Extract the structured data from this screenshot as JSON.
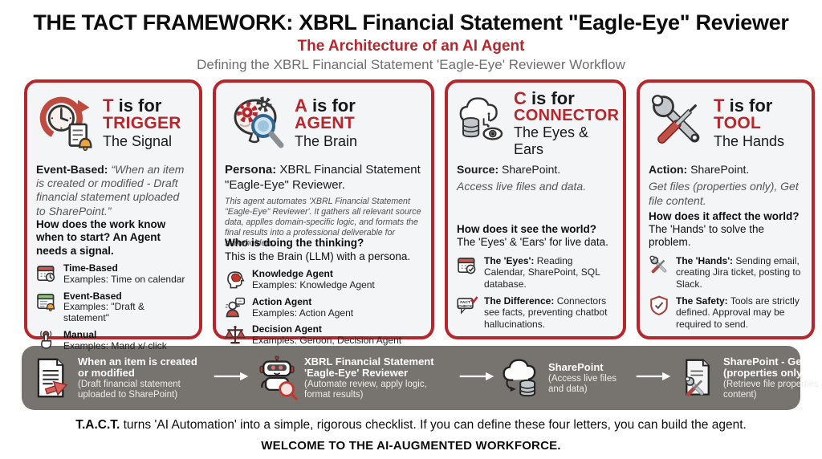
{
  "header": {
    "title": "THE TACT FRAMEWORK: XBRL Financial Statement \"Eagle-Eye\" Reviewer",
    "subtitle": "The Architecture of an AI Agent",
    "tagline": "Defining the XBRL Financial Statement 'Eagle-Eye' Reviewer Workflow"
  },
  "palette": {
    "accent_red": "#b5272c",
    "card_bg": "#f3f5f7",
    "bar_gray": "#77736e",
    "bell_orange": "#f2a23b"
  },
  "cards": [
    {
      "letter": "T",
      "is_for": "is for",
      "word": "TRIGGER",
      "role": "The Signal",
      "icon": "clock-trigger-icon",
      "lead_label": "Event-Based:",
      "lead_text": "",
      "lead_quote": "“When an item is created or modified - Draft financial statement uploaded to SharePoint.”",
      "para": "",
      "question": "How does the work know when to start? An Agent needs a signal.",
      "question2": "",
      "items": [
        {
          "icon": "calendar-clock-icon",
          "label": "Time-Based",
          "text": "Examples: Time on calendar"
        },
        {
          "icon": "calendar-bell-icon",
          "label": "Event-Based",
          "text": "Examples: \"Draft & statement\""
        },
        {
          "icon": "hand-click-icon",
          "label": "Manual",
          "text": "Examples: Mand x/ click"
        }
      ]
    },
    {
      "letter": "A",
      "is_for": "is for",
      "word": "AGENT",
      "role": "The Brain",
      "icon": "brain-gears-icon",
      "lead_label": "Persona:",
      "lead_text": "XBRL Financial Statement \"Eagle-Eye\" Reviewer.",
      "lead_quote": "",
      "para": "This agent automates 'XBRL Financial Statement \"Eagle-Eye\" Reviewer'. It gathers all relevant source data, applles domain-specific logic, and formats the final results into a professional deliverable for stakeholders.",
      "question": "Who is doing the thinking?",
      "question2": "This is the Brain (LLM) with a persona.",
      "items": [
        {
          "icon": "head-brain-icon",
          "label": "Knowledge Agent",
          "text": "Examples: Knowledge Agent"
        },
        {
          "icon": "person-chat-icon",
          "label": "Action Agent",
          "text": "Examples: Action Agent"
        },
        {
          "icon": "scales-icon",
          "label": "Decision Agent",
          "text": "Examples: Geroon, Decision Agent"
        }
      ]
    },
    {
      "letter": "C",
      "is_for": "is for",
      "word": "CONNECTOR",
      "role": "The Eyes & Ears",
      "icon": "cloud-database-eye-icon",
      "lead_label": "Source:",
      "lead_text": "SharePoint.",
      "lead_quote": "",
      "para": "Access live files and data.",
      "question": "How does it see the world?",
      "question2": "The 'Eyes' & 'Ears' for live data.",
      "items": [
        {
          "icon": "calendar-check-icon",
          "label": "The 'Eyes':",
          "text": "Reading Calendar, SharePoint, SQL database."
        },
        {
          "icon": "fact-check-icon",
          "icon_line1": "FACT",
          "icon_line2": "CHECK",
          "label": "The Difference:",
          "text": "Connectors see facts, preventing chatbot hallucinations."
        }
      ]
    },
    {
      "letter": "T",
      "is_for": "is for",
      "word": "TOOL",
      "role": "The Hands",
      "icon": "wrench-screwdriver-icon",
      "lead_label": "Action:",
      "lead_text": "SharePoint.",
      "lead_quote": "",
      "para": "Get files (properties only), Get file content.",
      "question": "How does it affect the world?",
      "question2": "The 'Hands' to solve the problem.",
      "items": [
        {
          "icon": "tools-icon",
          "label": "The 'Hands':",
          "text": "Sending email, creating Jira ticket, posting to Slack."
        },
        {
          "icon": "shield-check-icon",
          "label": "The Safety:",
          "text": "Tools are strictly defined. Approval may be required to send."
        }
      ]
    }
  ],
  "workflow": {
    "steps": [
      {
        "icon": "document-arrow-icon",
        "title": "When an item is created or modified",
        "sub": "(Draft financial statement uploaded to SharePoint)"
      },
      {
        "icon": "robot-icon",
        "title": "XBRL Financial Statement 'Eagle-Eye' Reviewer",
        "sub": "(Automate review, apply logic, format results)"
      },
      {
        "icon": "cloud-database-icon",
        "title": "SharePoint",
        "sub": "(Access live files and data)"
      },
      {
        "icon": "document-tools-icon",
        "title": "SharePoint - Get files (properties only)",
        "sub": "(Retrieve file properties and content)"
      }
    ]
  },
  "footer": {
    "line1_bold": "T.A.C.T.",
    "line1_rest": "turns 'AI Automation' into a simple, rigorous checklist. If you can define these four letters, you can build the agent.",
    "line2": "WELCOME TO THE AI-AUGMENTED WORKFORCE."
  }
}
